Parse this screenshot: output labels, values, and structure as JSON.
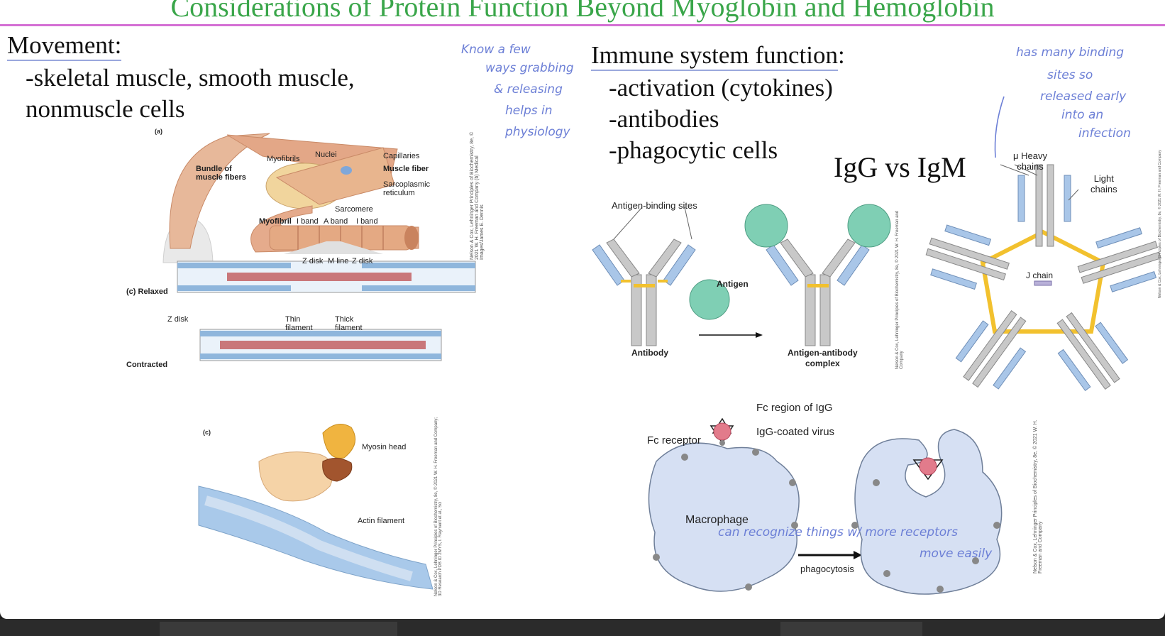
{
  "slide": {
    "title": "Considerations of Protein Function Beyond Myoglobin and Hemoglobin"
  },
  "movement": {
    "heading": "Movement:",
    "line1": "-skeletal muscle, smooth muscle,",
    "line2": "nonmuscle cells"
  },
  "immune": {
    "heading": "Immune system function",
    "colon": ":",
    "items": [
      "-activation (cytokines)",
      "-antibodies",
      "-phagocytic cells"
    ],
    "compare": "IgG vs IgM"
  },
  "notes": {
    "left": [
      "Know a few",
      "ways grabbing",
      "& releasing",
      "helps in",
      "physiology"
    ],
    "right": [
      "has many binding",
      "sites so",
      "released early",
      "into an",
      "infection"
    ],
    "bottom1": "can recognize things w/ more receptors",
    "bottom2": "move easily"
  },
  "muscle_figure": {
    "panel_a": "(a)",
    "bundle": "Bundle of\nmuscle fibers",
    "myofibrils": "Myofibrils",
    "nuclei": "Nuclei",
    "capillaries": "Capillaries",
    "muscle_fiber": "Muscle fiber",
    "sarcoplasmic": "Sarcoplasmic\nreticulum",
    "sarcomere": "Sarcomere",
    "myofibril": "Myofibril",
    "i_band": "I band",
    "a_band": "A band",
    "i_band2": "I band",
    "z_disk": "Z disk",
    "m_line": "M line",
    "z_disk2": "Z disk",
    "relaxed": "(c) Relaxed",
    "z_disk3": "Z disk",
    "thin": "Thin\nfilament",
    "thick": "Thick\nfilament",
    "contracted": "Contracted",
    "credit": "Nelson & Cox, Lehninger Principles of Biochemistry, 8e, © 2021 W. H. Freeman and Company (b) Medical Images/James E. Dennis"
  },
  "myosin_figure": {
    "panel": "(c)",
    "myosin_head": "Myosin head",
    "actin": "Actin filament",
    "credit": "Nelson & Cox, Lehninger Principles of Biochemistry, 8e, © 2021 W. H. Freeman and Company; 3D Research PDB ID 2MYS, I. Rayment et al., Sci"
  },
  "antibody_figure": {
    "binding_sites": "Antigen-binding sites",
    "antigen": "Antigen",
    "antibody": "Antibody",
    "complex": "Antigen-antibody\ncomplex",
    "credit": "Nelson & Cox, Lehninger Principles of Biochemistry, 8e, © 2021 W. H. Freeman and Company"
  },
  "igm_figure": {
    "heavy": "μ Heavy\nchains",
    "light": "Light\nchains",
    "j_chain": "J chain",
    "credit": "Nelson & Cox, Lehninger Principles of Biochemistry, 8e, © 2021 W. H. Freeman and Company"
  },
  "phago_figure": {
    "fc_region": "Fc region of IgG",
    "virus": "IgG-coated virus",
    "fc_receptor": "Fc receptor",
    "macrophage": "Macrophage",
    "phagocytosis": "phagocytosis",
    "credit": "Nelson & Cox, Lehninger Principles of Biochemistry, 8e, © 2021 W. H. Freeman and Company"
  },
  "colors": {
    "title": "#3aa64a",
    "rule": "#d46fd4",
    "ink": "#6c7fd6",
    "antibody_gray": "#c8c8c8",
    "antibody_blue": "#a9c6e8",
    "disulfide": "#f2c12e",
    "antigen": "#7fcfb4",
    "macrophage": "#d6e0f3"
  }
}
